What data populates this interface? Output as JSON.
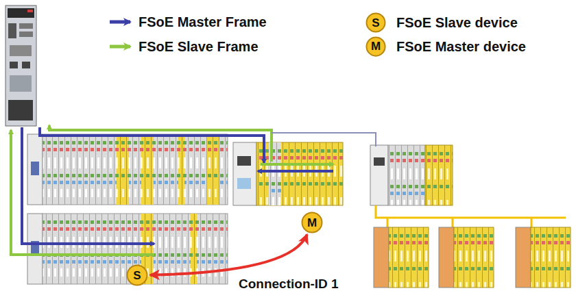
{
  "diagram": {
    "nodes": [
      {
        "text": [
          "S"
        ]
      },
      {
        "text": [
          "M"
        ]
      },
      {
        "text": [
          "M"
        ]
      },
      {
        "text": [
          "S"
        ]
      }
    ],
    "edges": [
      {
        "from": 2,
        "to": 3,
        "arrow": "both",
        "label": "Connection-ID 1"
      }
    ],
    "legend": [
      {
        "text": "FSoE Master Frame"
      },
      {
        "text": "FSoE Slave Frame"
      },
      {
        "text": "FSoE Slave device"
      },
      {
        "text": "FSoE Master device"
      }
    ]
  }
}
